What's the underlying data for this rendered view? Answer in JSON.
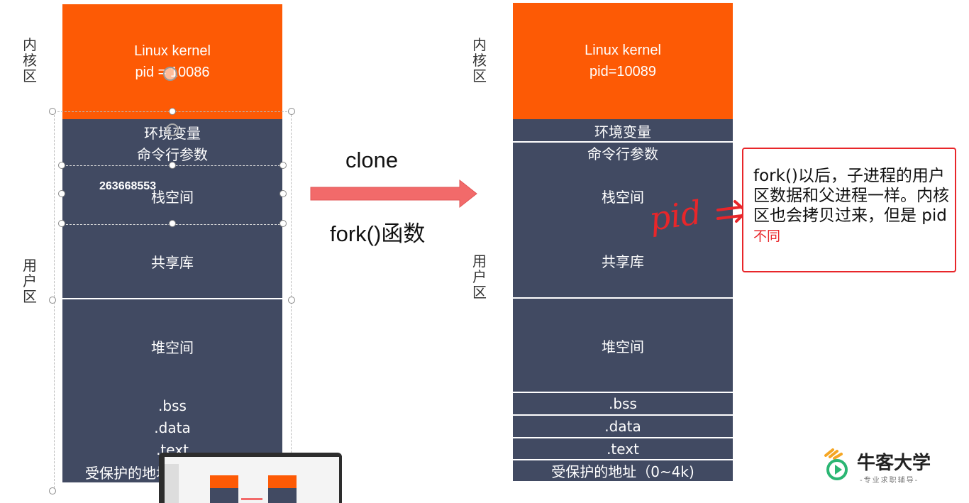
{
  "left": {
    "labels": {
      "kernel": [
        "内",
        "核",
        "区"
      ],
      "user": [
        "用",
        "户",
        "区"
      ]
    },
    "kernel_name": "Linux kernel",
    "kernel_pid": "pid = 10086",
    "segments": {
      "env": "环境变量",
      "args": "命令行参数",
      "stack": "栈空间",
      "shared": "共享库",
      "heap": "堆空间",
      "bss": ".bss",
      "data": ".data",
      "text": ".text",
      "protected": "受保护的地址（0~4k)"
    },
    "overlay_number": "263668553"
  },
  "middle": {
    "top_label": "clone",
    "bottom_label": "fork()函数"
  },
  "right": {
    "labels": {
      "kernel": [
        "内",
        "核",
        "区"
      ],
      "user": [
        "用",
        "户",
        "区"
      ]
    },
    "kernel_name": "Linux kernel",
    "kernel_pid": "pid=10089",
    "segments": {
      "env": "环境变量",
      "args": "命令行参数",
      "stack": "栈空间",
      "shared": "共享库",
      "heap": "堆空间",
      "bss": ".bss",
      "data": ".data",
      "text": ".text",
      "protected": "受保护的地址（0~4k)"
    }
  },
  "annotation": {
    "handwriting": "pid"
  },
  "callout": {
    "main_text": "fork()以后，子进程的用户区数据和父进程一样。内核区也会拷贝过来，但是 pid",
    "highlight": "不同"
  },
  "logo": {
    "name": "牛客大学",
    "tagline": "-专业求职辅导-"
  },
  "colors": {
    "kernel": "#fd5a05",
    "segment": "#414a62",
    "arrow": "#f26a6a",
    "callout_border": "#e8262a"
  }
}
